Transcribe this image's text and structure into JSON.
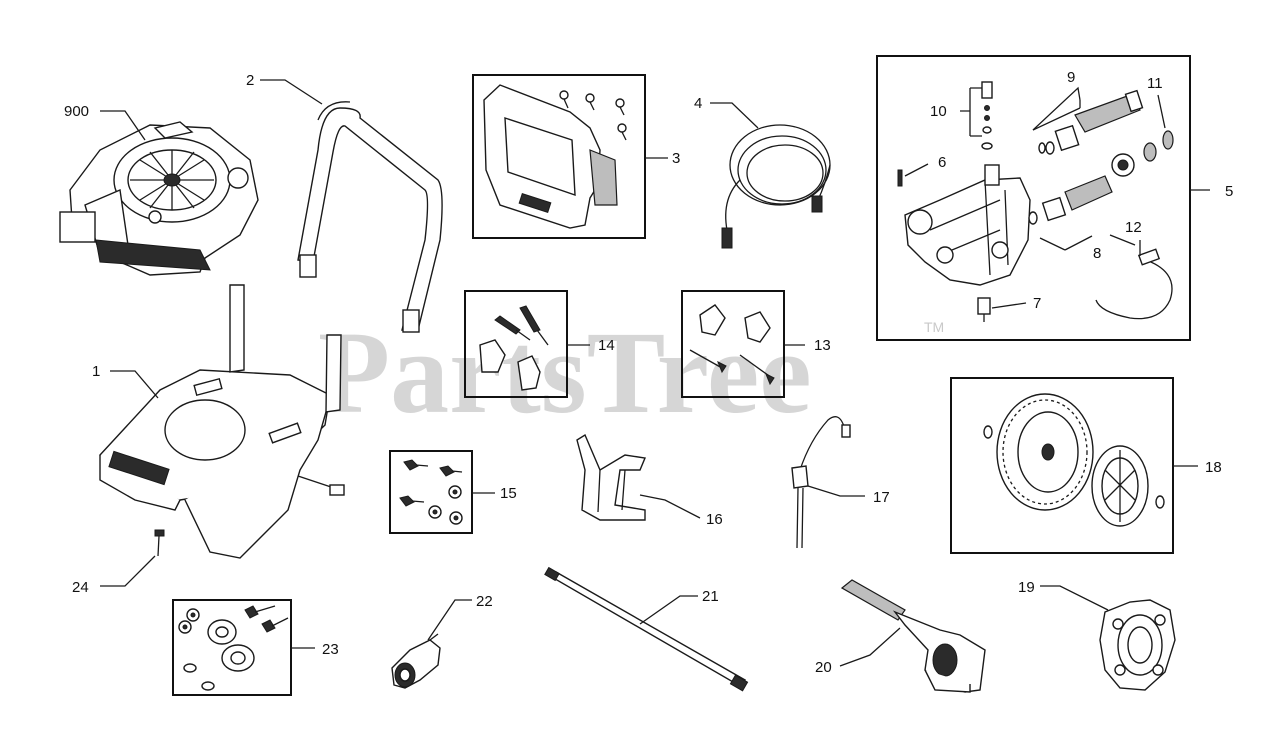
{
  "watermark": {
    "text": "PartsTree",
    "trademark": "TM"
  },
  "callouts": [
    {
      "id": "900",
      "label": "900"
    },
    {
      "id": "2",
      "label": "2"
    },
    {
      "id": "3",
      "label": "3"
    },
    {
      "id": "4",
      "label": "4"
    },
    {
      "id": "5",
      "label": "5"
    },
    {
      "id": "6",
      "label": "6"
    },
    {
      "id": "7",
      "label": "7"
    },
    {
      "id": "8",
      "label": "8"
    },
    {
      "id": "9",
      "label": "9"
    },
    {
      "id": "10",
      "label": "10"
    },
    {
      "id": "11",
      "label": "11"
    },
    {
      "id": "12",
      "label": "12"
    },
    {
      "id": "1",
      "label": "1"
    },
    {
      "id": "14",
      "label": "14"
    },
    {
      "id": "13",
      "label": "13"
    },
    {
      "id": "15",
      "label": "15"
    },
    {
      "id": "16",
      "label": "16"
    },
    {
      "id": "17",
      "label": "17"
    },
    {
      "id": "18",
      "label": "18"
    },
    {
      "id": "24",
      "label": "24"
    },
    {
      "id": "23",
      "label": "23"
    },
    {
      "id": "22",
      "label": "22"
    },
    {
      "id": "21",
      "label": "21"
    },
    {
      "id": "20",
      "label": "20"
    },
    {
      "id": "19",
      "label": "19"
    }
  ]
}
